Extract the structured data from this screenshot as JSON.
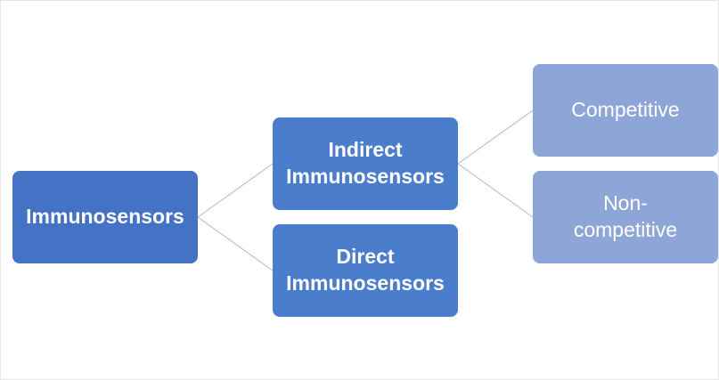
{
  "diagram": {
    "root": {
      "label": "Immunosensors"
    },
    "branches": [
      {
        "label": "Indirect Immunosensors",
        "children": [
          {
            "label": "Competitive"
          },
          {
            "label": "Non-competitive"
          }
        ]
      },
      {
        "label": "Direct Immunosensors",
        "children": []
      }
    ],
    "colors": {
      "root": "#4472c4",
      "branch": "#4a7dcc",
      "leaf": "#8ea5d8",
      "connector": "#a6b8d8",
      "text": "#ffffff"
    }
  }
}
